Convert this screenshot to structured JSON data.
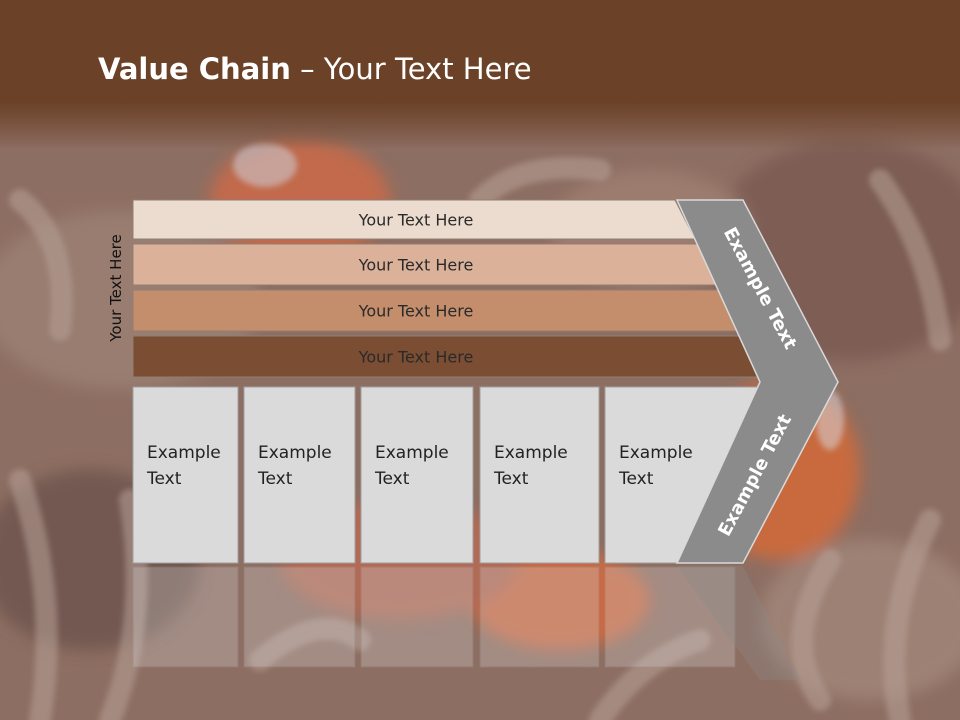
{
  "slide": {
    "title_bold": "Value Chain",
    "title_rest": " – Your Text Here",
    "side_label": "Your Text Here"
  },
  "support_activities": [
    {
      "label": "Your Text Here",
      "color": "#ecdccf"
    },
    {
      "label": "Your Text Here",
      "color": "#dbb299"
    },
    {
      "label": "Your Text Here",
      "color": "#c48e6c"
    },
    {
      "label": "Your Text Here",
      "color": "#7b4d32"
    }
  ],
  "primary_activities": [
    {
      "line1": "Example",
      "line2": "Text"
    },
    {
      "line1": "Example",
      "line2": "Text"
    },
    {
      "line1": "Example",
      "line2": "Text"
    },
    {
      "line1": "Example",
      "line2": "Text"
    },
    {
      "line1": "Example",
      "line2": "Text"
    }
  ],
  "margin": {
    "upper_label": "Example Text",
    "lower_label": "Example Text",
    "color": "#8b8b8b"
  },
  "colors": {
    "header": "#6b4128",
    "box_fill": "#dadada",
    "box_stroke": "#a0a0a0"
  }
}
